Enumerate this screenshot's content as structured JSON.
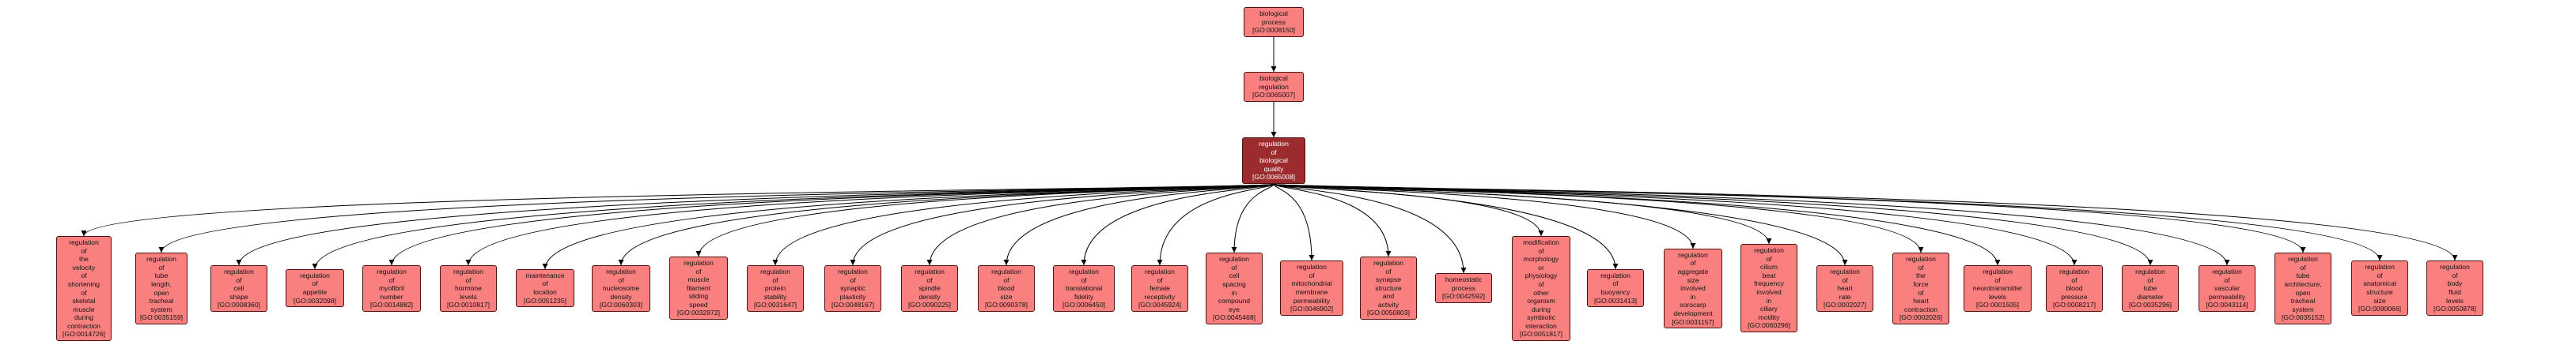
{
  "colors": {
    "node_fill": "#fa8080",
    "focus_fill": "#9b2b2d",
    "border": "#4d1313",
    "edge": "#000000"
  },
  "nodes": [
    {
      "id": "biological-process",
      "lines": [
        "biological",
        "process",
        "[GO:0008150]"
      ]
    },
    {
      "id": "biological-regulation",
      "lines": [
        "biological",
        "regulation",
        "[GO:0065007]"
      ]
    },
    {
      "id": "regulation-of-biological-quality",
      "lines": [
        "regulation",
        "of",
        "biological",
        "quality",
        "[GO:0065008]"
      ],
      "focus": true
    },
    {
      "id": "n01",
      "lines": [
        "regulation",
        "of",
        "the",
        "velocity",
        "of",
        "shortening",
        "of",
        "skeletal",
        "muscle",
        "during",
        "contraction",
        "[GO:0014726]"
      ]
    },
    {
      "id": "n02",
      "lines": [
        "regulation",
        "of",
        "tube",
        "length,",
        "open",
        "tracheal",
        "system",
        "[GO:0035159]"
      ]
    },
    {
      "id": "n03",
      "lines": [
        "regulation",
        "of",
        "cell",
        "shape",
        "[GO:0008360]"
      ]
    },
    {
      "id": "n04",
      "lines": [
        "regulation",
        "of",
        "appetite",
        "[GO:0032098]"
      ]
    },
    {
      "id": "n05",
      "lines": [
        "regulation",
        "of",
        "myofibril",
        "number",
        "[GO:0014882]"
      ]
    },
    {
      "id": "n06",
      "lines": [
        "regulation",
        "of",
        "hormone",
        "levels",
        "[GO:0010817]"
      ]
    },
    {
      "id": "n07",
      "lines": [
        "maintenance",
        "of",
        "location",
        "[GO:0051235]"
      ]
    },
    {
      "id": "n08",
      "lines": [
        "regulation",
        "of",
        "nucleosome",
        "density",
        "[GO:0060303]"
      ]
    },
    {
      "id": "n09",
      "lines": [
        "regulation",
        "of",
        "muscle",
        "filament",
        "sliding",
        "speed",
        "[GO:0032972]"
      ]
    },
    {
      "id": "n10",
      "lines": [
        "regulation",
        "of",
        "protein",
        "stability",
        "[GO:0031647]"
      ]
    },
    {
      "id": "n11",
      "lines": [
        "regulation",
        "of",
        "synaptic",
        "plasticity",
        "[GO:0048167]"
      ]
    },
    {
      "id": "n12",
      "lines": [
        "regulation",
        "of",
        "spindle",
        "density",
        "[GO:0090225]"
      ]
    },
    {
      "id": "n13",
      "lines": [
        "regulation",
        "of",
        "blood",
        "size",
        "[GO:0090378]"
      ]
    },
    {
      "id": "n14",
      "lines": [
        "regulation",
        "of",
        "translational",
        "fidelity",
        "[GO:0006450]"
      ]
    },
    {
      "id": "n15",
      "lines": [
        "regulation",
        "of",
        "female",
        "receptivity",
        "[GO:0045924]"
      ]
    },
    {
      "id": "n16",
      "lines": [
        "regulation",
        "of",
        "cell",
        "spacing",
        "in",
        "compound",
        "eye",
        "[GO:0045468]"
      ]
    },
    {
      "id": "n17",
      "lines": [
        "regulation",
        "of",
        "mitochondrial",
        "membrane",
        "permeability",
        "[GO:0046902]"
      ]
    },
    {
      "id": "n18",
      "lines": [
        "regulation",
        "of",
        "synapse",
        "structure",
        "and",
        "activity",
        "[GO:0050803]"
      ]
    },
    {
      "id": "n19",
      "lines": [
        "homeostatic",
        "process",
        "[GO:0042592]"
      ]
    },
    {
      "id": "n20",
      "lines": [
        "modification",
        "of",
        "morphology",
        "or",
        "physiology",
        "of",
        "other",
        "organism",
        "during",
        "symbiotic",
        "interaction",
        "[GO:0051817]"
      ]
    },
    {
      "id": "n21",
      "lines": [
        "regulation",
        "of",
        "buoyancy",
        "[GO:0031413]"
      ]
    },
    {
      "id": "n22",
      "lines": [
        "regulation",
        "of",
        "aggregate",
        "size",
        "involved",
        "in",
        "sorocarp",
        "development",
        "[GO:0031157]"
      ]
    },
    {
      "id": "n23",
      "lines": [
        "regulation",
        "of",
        "cilium",
        "beat",
        "frequency",
        "involved",
        "in",
        "ciliary",
        "motility",
        "[GO:0060296]"
      ]
    },
    {
      "id": "n24",
      "lines": [
        "regulation",
        "of",
        "heart",
        "rate",
        "[GO:0002027]"
      ]
    },
    {
      "id": "n25",
      "lines": [
        "regulation",
        "of",
        "the",
        "force",
        "of",
        "heart",
        "contraction",
        "[GO:0002026]"
      ]
    },
    {
      "id": "n26",
      "lines": [
        "regulation",
        "of",
        "neurotransmitter",
        "levels",
        "[GO:0001505]"
      ]
    },
    {
      "id": "n27",
      "lines": [
        "regulation",
        "of",
        "blood",
        "pressure",
        "[GO:0008217]"
      ]
    },
    {
      "id": "n28",
      "lines": [
        "regulation",
        "of",
        "tube",
        "diameter",
        "[GO:0035296]"
      ]
    },
    {
      "id": "n29",
      "lines": [
        "regulation",
        "of",
        "vascular",
        "permeability",
        "[GO:0043114]"
      ]
    },
    {
      "id": "n30",
      "lines": [
        "regulation",
        "of",
        "tube",
        "architecture,",
        "open",
        "tracheal",
        "system",
        "[GO:0035152]"
      ]
    },
    {
      "id": "n31",
      "lines": [
        "regulation",
        "of",
        "anatomical",
        "structure",
        "size",
        "[GO:0090066]"
      ]
    },
    {
      "id": "n32",
      "lines": [
        "regulation",
        "of",
        "body",
        "fluid",
        "levels",
        "[GO:0050878]"
      ]
    }
  ],
  "edges": [
    [
      "biological-process",
      "biological-regulation"
    ],
    [
      "biological-regulation",
      "regulation-of-biological-quality"
    ],
    [
      "regulation-of-biological-quality",
      "n01"
    ],
    [
      "regulation-of-biological-quality",
      "n02"
    ],
    [
      "regulation-of-biological-quality",
      "n03"
    ],
    [
      "regulation-of-biological-quality",
      "n04"
    ],
    [
      "regulation-of-biological-quality",
      "n05"
    ],
    [
      "regulation-of-biological-quality",
      "n06"
    ],
    [
      "regulation-of-biological-quality",
      "n07"
    ],
    [
      "regulation-of-biological-quality",
      "n08"
    ],
    [
      "regulation-of-biological-quality",
      "n09"
    ],
    [
      "regulation-of-biological-quality",
      "n10"
    ],
    [
      "regulation-of-biological-quality",
      "n11"
    ],
    [
      "regulation-of-biological-quality",
      "n12"
    ],
    [
      "regulation-of-biological-quality",
      "n13"
    ],
    [
      "regulation-of-biological-quality",
      "n14"
    ],
    [
      "regulation-of-biological-quality",
      "n15"
    ],
    [
      "regulation-of-biological-quality",
      "n16"
    ],
    [
      "regulation-of-biological-quality",
      "n17"
    ],
    [
      "regulation-of-biological-quality",
      "n18"
    ],
    [
      "regulation-of-biological-quality",
      "n19"
    ],
    [
      "regulation-of-biological-quality",
      "n20"
    ],
    [
      "regulation-of-biological-quality",
      "n21"
    ],
    [
      "regulation-of-biological-quality",
      "n22"
    ],
    [
      "regulation-of-biological-quality",
      "n23"
    ],
    [
      "regulation-of-biological-quality",
      "n24"
    ],
    [
      "regulation-of-biological-quality",
      "n25"
    ],
    [
      "regulation-of-biological-quality",
      "n26"
    ],
    [
      "regulation-of-biological-quality",
      "n27"
    ],
    [
      "regulation-of-biological-quality",
      "n28"
    ],
    [
      "regulation-of-biological-quality",
      "n29"
    ],
    [
      "regulation-of-biological-quality",
      "n30"
    ],
    [
      "regulation-of-biological-quality",
      "n31"
    ],
    [
      "regulation-of-biological-quality",
      "n32"
    ]
  ]
}
